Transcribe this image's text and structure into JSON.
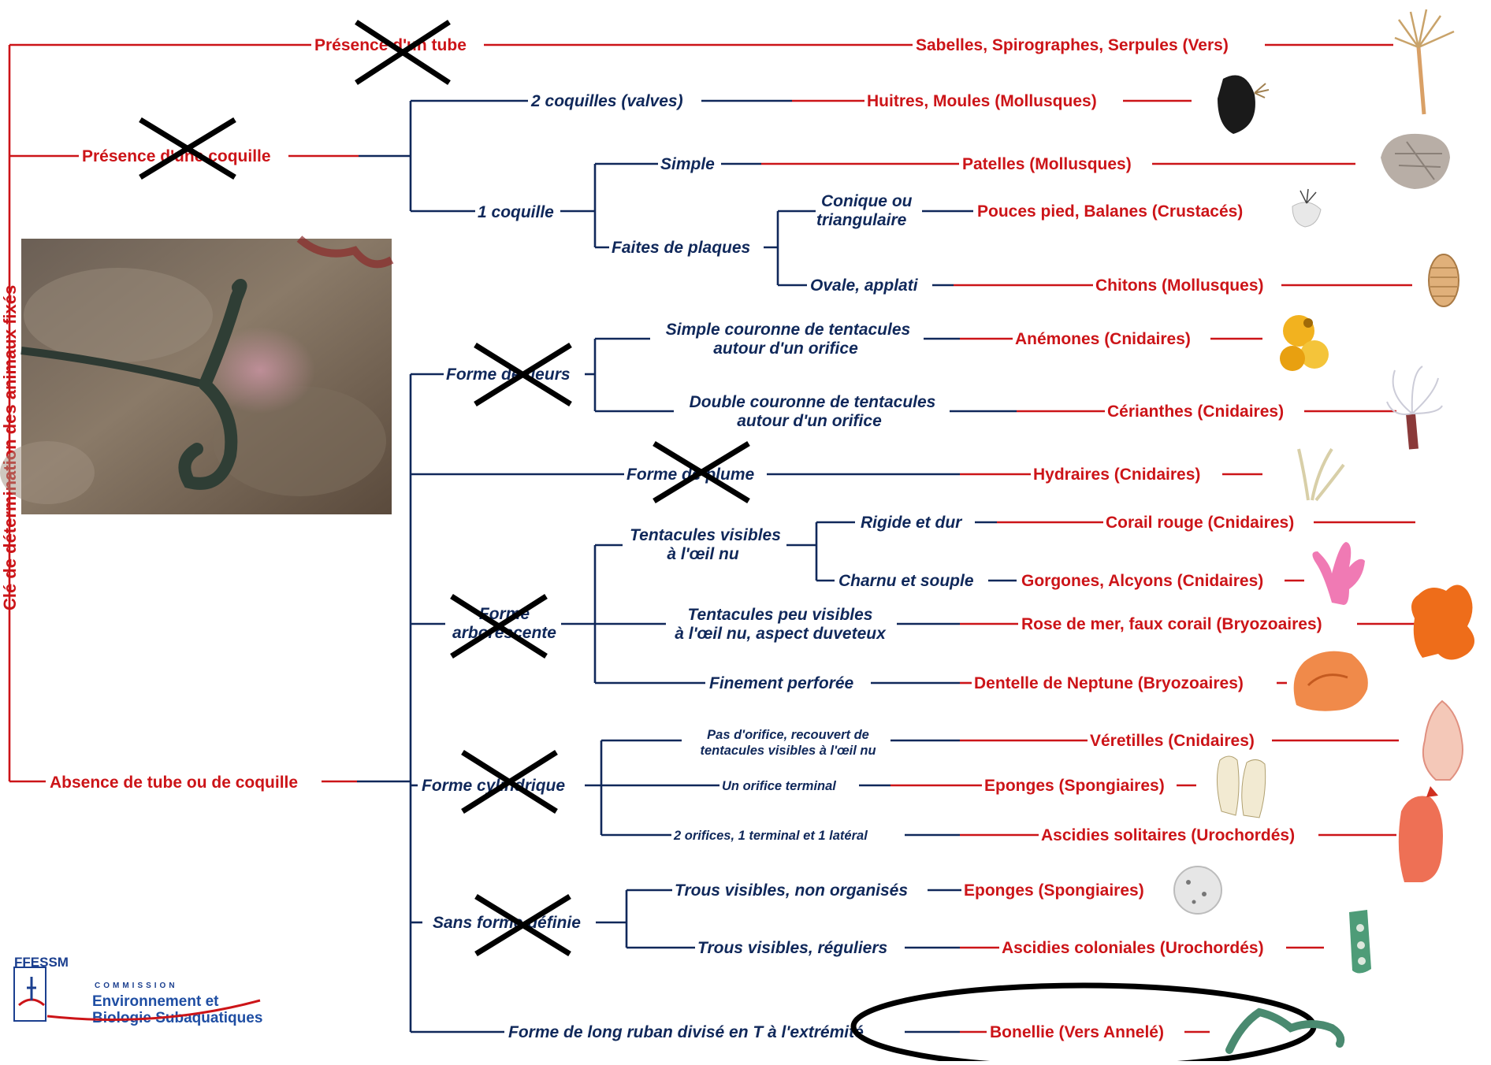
{
  "vertical_title": "Clé de détermination des animaux fixés",
  "logo": {
    "brand": "FFESSM",
    "commission": "COMMISSION",
    "line1": "Environnement et",
    "line2": "Biologie Subaquatiques"
  },
  "colors": {
    "red": "#cc1418",
    "navy": "#10285a",
    "cross": "#000000"
  },
  "nodes": {
    "presence_tube": "Présence d'un tube",
    "presence_coquille": "Présence d'une coquille",
    "absence": "Absence de tube ou de coquille",
    "deux_coquilles": "2 coquilles (valves)",
    "une_coquille": "1 coquille",
    "simple": "Simple",
    "faites_plaques": "Faites de plaques",
    "conique_1": "Conique ou",
    "conique_2": "triangulaire",
    "ovale": "Ovale, applati",
    "forme_fleurs": "Forme de fleurs",
    "simple_couronne_1": "Simple couronne de tentacules",
    "simple_couronne_2": "autour d'un orifice",
    "double_couronne_1": "Double couronne de tentacules",
    "double_couronne_2": "autour d'un orifice",
    "forme_plume": "Forme de plume",
    "forme_arbo_1": "Forme",
    "forme_arbo_2": "arborescente",
    "tentacules_visibles_1": "Tentacules visibles",
    "tentacules_visibles_2": "à l'œil nu",
    "rigide": "Rigide et dur",
    "charnu": "Charnu et souple",
    "tentacules_peu_1": "Tentacules peu visibles",
    "tentacules_peu_2": "à l'œil nu, aspect duveteux",
    "finement": "Finement perforée",
    "forme_cyl": "Forme cylindrique",
    "pas_orifice_1": "Pas d'orifice, recouvert de",
    "pas_orifice_2": "tentacules visibles à l'œil nu",
    "un_orifice": "Un orifice terminal",
    "deux_orifices": "2 orifices, 1 terminal et 1 latéral",
    "sans_forme": "Sans forme définie",
    "trous_non_org": "Trous visibles, non organisés",
    "trous_reg": "Trous visibles, réguliers",
    "long_ruban": "Forme de long ruban divisé en T à l'extrémité"
  },
  "results": {
    "sabelles": "Sabelles, Spirographes, Serpules (Vers)",
    "huitres": "Huitres, Moules (Mollusques)",
    "patelles": "Patelles (Mollusques)",
    "pouces": "Pouces pied, Balanes (Crustacés)",
    "chitons": "Chitons (Mollusques)",
    "anemones": "Anémones (Cnidaires)",
    "cerianthes": "Cérianthes (Cnidaires)",
    "hydraires": "Hydraires (Cnidaires)",
    "corail": "Corail rouge (Cnidaires)",
    "gorgones": "Gorgones, Alcyons (Cnidaires)",
    "rose_mer": "Rose de mer, faux corail (Bryozoaires)",
    "dentelle": "Dentelle de Neptune (Bryozoaires)",
    "veretilles": "Véretilles (Cnidaires)",
    "eponges_1": "Eponges (Spongiaires)",
    "ascidies_sol": "Ascidies solitaires (Urochordés)",
    "eponges_2": "Eponges (Spongiaires)",
    "ascidies_col": "Ascidies coloniales (Urochordés)",
    "bonellie": "Bonellie (Vers Annelé)"
  },
  "illustrations": {
    "photo": "bonellie-underwater-photo",
    "items": [
      "sabelle-icon",
      "moule-icon",
      "patelle-icon",
      "balane-icon",
      "chiton-icon",
      "anemone-icon",
      "cerianthe-icon",
      "hydraire-icon",
      "alcyon-icon",
      "rose-de-mer-icon",
      "dentelle-icon",
      "veretille-icon",
      "eponge-icon",
      "ascidie-icon",
      "eponge-boule-icon",
      "ascidie-coloniale-icon",
      "bonellie-icon"
    ]
  }
}
